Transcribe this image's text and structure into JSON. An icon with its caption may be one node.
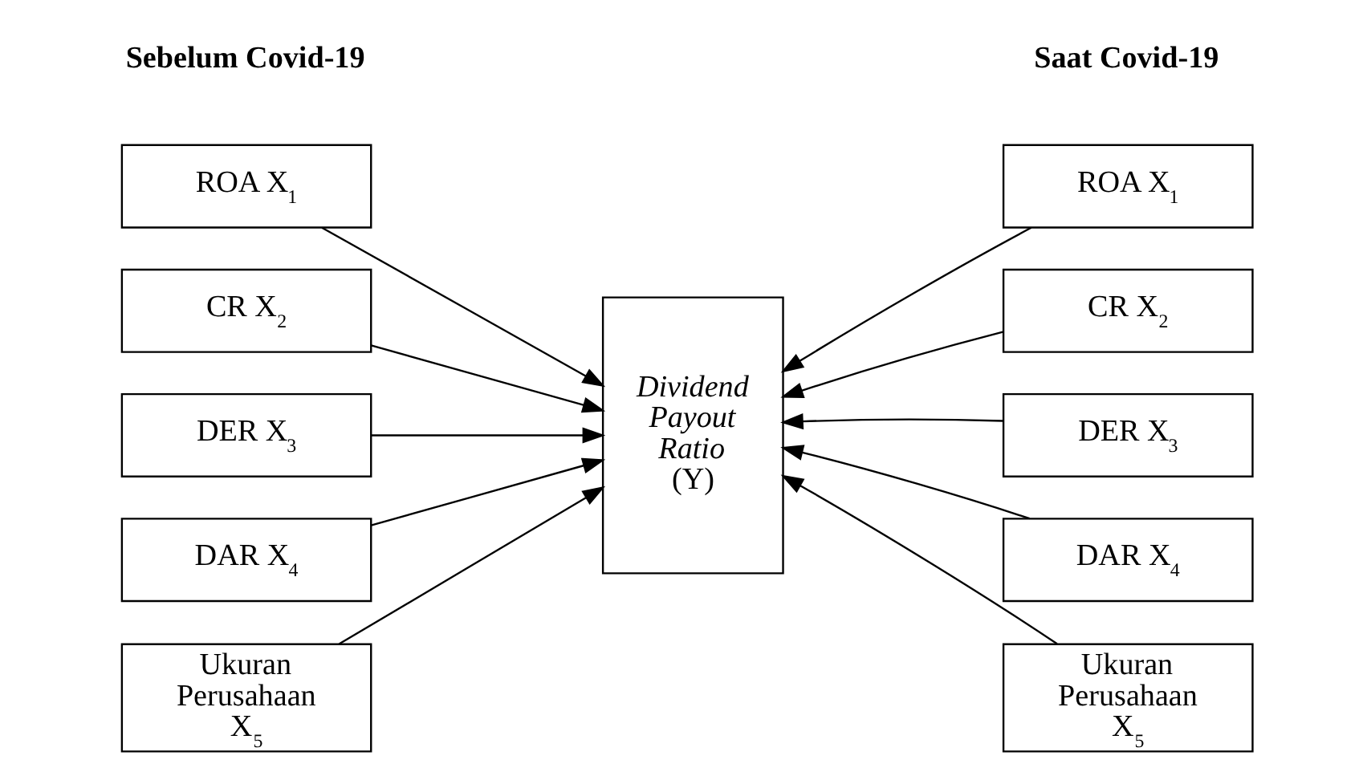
{
  "diagram": {
    "nodes": [
      {
        "text": [
          "ROA X$_{1}$"
        ]
      },
      {
        "text": [
          "CR X$_{2}$"
        ]
      },
      {
        "text": [
          "DER X$_{3}$"
        ]
      },
      {
        "text": [
          "DAR X$_{4}$"
        ]
      },
      {
        "text": [
          "Ukuran Perusahaan X$_{5}$"
        ]
      },
      {
        "text": [
          "*Dividend Payout Ratio* (Y)"
        ]
      },
      {
        "text": [
          "ROA X$_{1}$"
        ]
      },
      {
        "text": [
          "CR X$_{2}$"
        ]
      },
      {
        "text": [
          "DER X$_{3}$"
        ]
      },
      {
        "text": [
          "DAR X$_{4}$"
        ]
      },
      {
        "text": [
          "Ukuran Perusahaan X$_{5}$"
        ]
      }
    ],
    "edges": [
      {
        "from": 0,
        "to": 5,
        "arrow": "to"
      },
      {
        "from": 1,
        "to": 5,
        "arrow": "to"
      },
      {
        "from": 2,
        "to": 5,
        "arrow": "to"
      },
      {
        "from": 3,
        "to": 5,
        "arrow": "to"
      },
      {
        "from": 4,
        "to": 5,
        "arrow": "to"
      },
      {
        "from": 6,
        "to": 5,
        "arrow": "to"
      },
      {
        "from": 7,
        "to": 5,
        "arrow": "to"
      },
      {
        "from": 8,
        "to": 5,
        "arrow": "to"
      },
      {
        "from": 9,
        "to": 5,
        "arrow": "to"
      },
      {
        "from": 10,
        "to": 5,
        "arrow": "to"
      }
    ],
    "labels": [
      "Sebelum Covid-19",
      "Saat Covid-19"
    ]
  }
}
